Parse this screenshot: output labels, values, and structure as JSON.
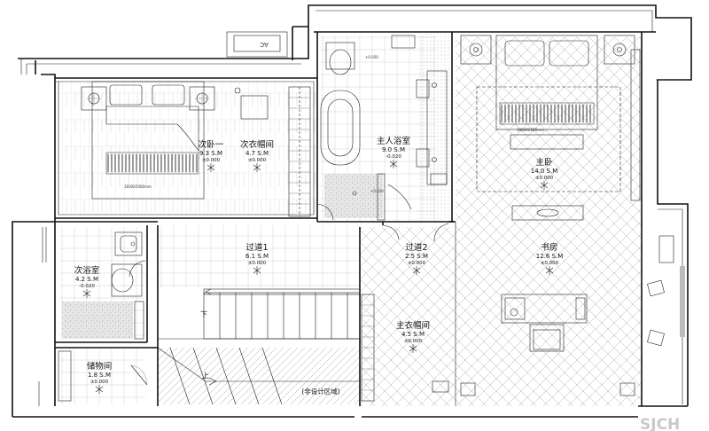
{
  "rooms": {
    "second_bedroom_1": {
      "name": "次卧一",
      "area": "9.3 S.M",
      "level": "±0.000"
    },
    "second_closet": {
      "name": "次衣帽间",
      "area": "4.7 S.M",
      "level": "±0.000"
    },
    "master_bath": {
      "name": "主人浴室",
      "area": "9.0 S.M",
      "level": "-0.020"
    },
    "master_bedroom": {
      "name": "主卧",
      "area": "14.0 S.M",
      "level": "±0.000"
    },
    "corridor_1": {
      "name": "过道1",
      "area": "6.1 S.M",
      "level": "±0.000"
    },
    "corridor_2": {
      "name": "过道2",
      "area": "2.5 S.M",
      "level": "±0.000"
    },
    "study": {
      "name": "书房",
      "area": "12.6 S.M",
      "level": "±0.000"
    },
    "second_bath": {
      "name": "次浴室",
      "area": "4.2 S.M",
      "level": "-0.020"
    },
    "master_closet": {
      "name": "主衣帽间",
      "area": "4.5 S.M",
      "level": "±0.000"
    },
    "storage": {
      "name": "储物间",
      "area": "1.8 S.M",
      "level": "±0.000"
    }
  },
  "labels": {
    "ac": "AC",
    "stair_down": "下",
    "stair_up": "上",
    "non_design_area": "(非设计区域)",
    "bed_size_second": "1600X2000mm",
    "bed_size_master": "1800X2000mm",
    "shower_level": "+0.030",
    "toilet_level": "+0.050"
  },
  "watermark": "SJCH"
}
